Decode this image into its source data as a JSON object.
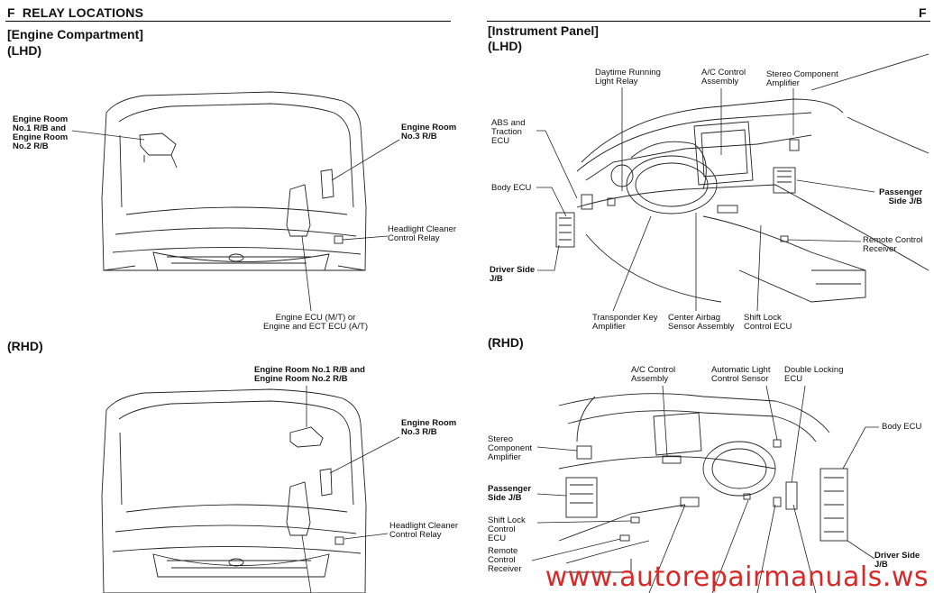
{
  "header": {
    "left_title": "F  RELAY LOCATIONS",
    "right_letter": "F"
  },
  "left": {
    "section_title": "[Engine Compartment]",
    "lhd_label": "(LHD)",
    "rhd_label": "(RHD)",
    "lhd_labels": {
      "rb12": "Engine Room\nNo.1 R/B and\nEngine Room\nNo.2 R/B",
      "rb3": "Engine Room\nNo.3 R/B",
      "headlight": "Headlight Cleaner\nControl Relay",
      "ecu": "Engine ECU (M/T) or\nEngine and ECT ECU (A/T)"
    },
    "rhd_labels": {
      "rb12": "Engine Room No.1 R/B and\nEngine Room No.2 R/B",
      "rb3": "Engine Room\nNo.3 R/B",
      "headlight": "Headlight Cleaner\nControl Relay"
    }
  },
  "right": {
    "section_title": "[Instrument Panel]",
    "lhd_label": "(LHD)",
    "rhd_label": "(RHD)",
    "lhd_labels": {
      "drl": "Daytime Running\nLight Relay",
      "ac": "A/C Control\nAssembly",
      "stereo": "Stereo Component\nAmplifier",
      "abs": "ABS and\nTraction\nECU",
      "body": "Body ECU",
      "passenger": "Passenger\nSide J/B",
      "remote": "Remote Control\nReceiver",
      "driver": "Driver Side\nJ/B",
      "transponder": "Transponder Key\nAmplifier",
      "airbag": "Center Airbag\nSensor Assembly",
      "shiftlock": "Shift Lock\nControl ECU"
    },
    "rhd_labels": {
      "ac": "A/C Control\nAssembly",
      "autolight": "Automatic Light\nControl Sensor",
      "doublelock": "Double Locking\nECU",
      "body": "Body ECU",
      "stereo": "Stereo\nComponent\nAmplifier",
      "passenger": "Passenger\nSide J/B",
      "shiftlock": "Shift Lock\nControl\nECU",
      "remote": "Remote\nControl\nReceiver",
      "driver": "Driver Side\nJ/B"
    }
  },
  "watermark": "www.autorepairmanuals.ws"
}
